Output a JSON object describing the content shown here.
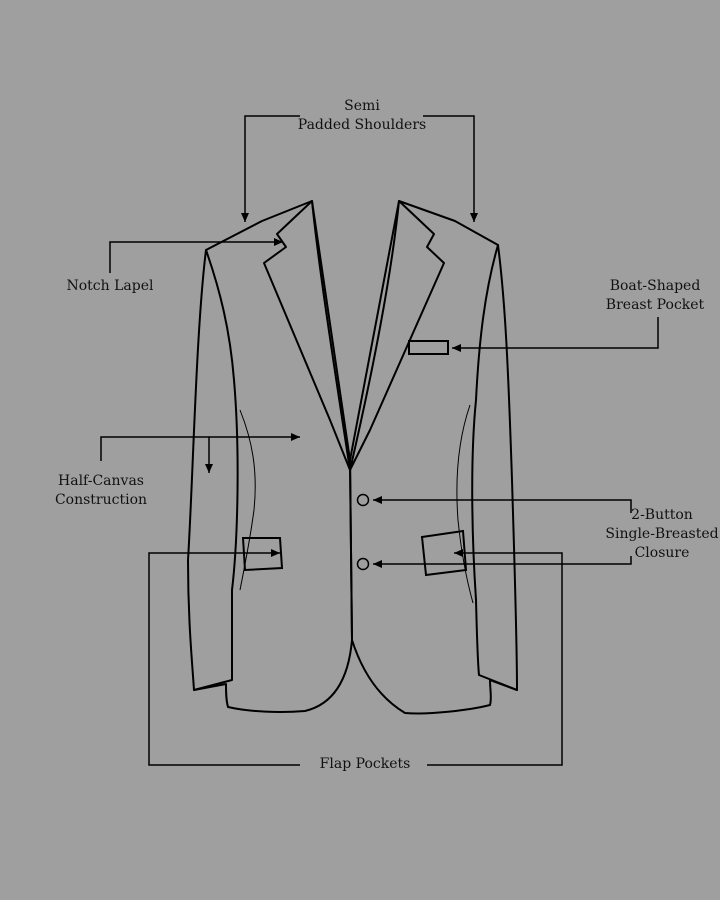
{
  "colors": {
    "background": "#a09fa0",
    "line": "#000000",
    "text": "#111111"
  },
  "labels": {
    "shoulders": [
      "Semi",
      "Padded Shoulders"
    ],
    "notch_lapel": "Notch Lapel",
    "breast_pocket": [
      "Boat-Shaped",
      "Breast Pocket"
    ],
    "half_canvas": [
      "Half-Canvas",
      "Construction"
    ],
    "closure": [
      "2-Button",
      "Single-Breasted",
      "Closure"
    ],
    "flap_pockets": "Flap Pockets"
  }
}
